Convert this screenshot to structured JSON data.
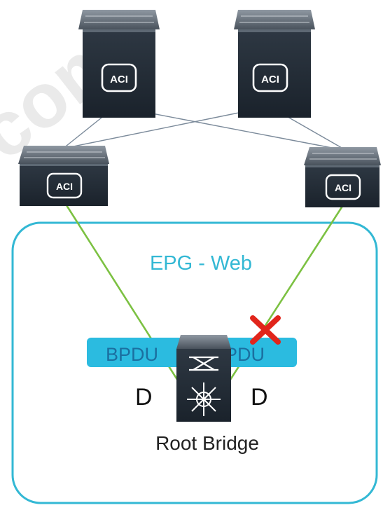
{
  "diagram": {
    "nodes": {
      "spine_1": {
        "badge": "ACI",
        "type": "spine-switch"
      },
      "spine_2": {
        "badge": "ACI",
        "type": "spine-switch"
      },
      "leaf_1": {
        "badge": "ACI",
        "type": "leaf-switch"
      },
      "leaf_2": {
        "badge": "ACI",
        "type": "leaf-switch"
      },
      "root_bridge": {
        "label": "Root Bridge",
        "type": "nexus-switch"
      }
    },
    "epg_label": "EPG - Web",
    "bpdu_left": "BPDU",
    "bpdu_right": "BPDU",
    "port_left": "D",
    "port_right": "D",
    "colors": {
      "epg_border": "#33b8d4",
      "epg_text": "#33b8d4",
      "bpdu_bar": "#2bbbe0",
      "bpdu_text": "#1b6fa0",
      "green_link": "#7cc142",
      "fabric_link": "#7b8a9a",
      "blocked_x": "#e1251b"
    },
    "links": [
      {
        "from": "spine_1",
        "to": "leaf_1",
        "kind": "fabric"
      },
      {
        "from": "spine_1",
        "to": "leaf_2",
        "kind": "fabric"
      },
      {
        "from": "spine_2",
        "to": "leaf_1",
        "kind": "fabric"
      },
      {
        "from": "spine_2",
        "to": "leaf_2",
        "kind": "fabric"
      },
      {
        "from": "leaf_1",
        "to": "root_bridge",
        "kind": "access",
        "state": "forwarding"
      },
      {
        "from": "leaf_2",
        "to": "root_bridge",
        "kind": "access",
        "state": "blocked"
      }
    ]
  },
  "watermark": "com"
}
